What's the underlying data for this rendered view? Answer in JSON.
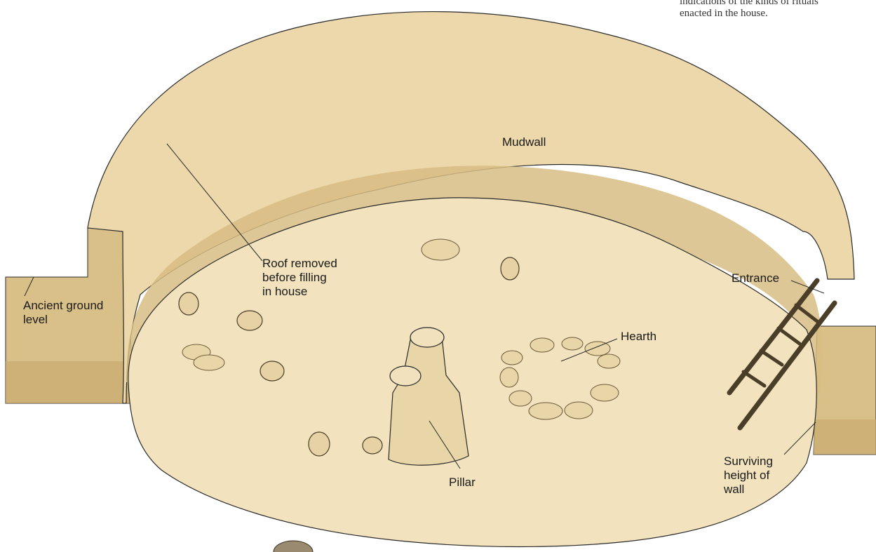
{
  "caption": "indications of the kinds of rituals\nenacted in the house.",
  "labels": {
    "mudwall": "Mudwall",
    "roof": "Roof removed\nbefore filling\nin house",
    "ground": "Ancient ground\nlevel",
    "entrance": "Entrance",
    "hearth": "Hearth",
    "pillar": "Pillar",
    "surviving": "Surviving\nheight of\nwall"
  },
  "colors": {
    "sand_light": "#f0dfb8",
    "sand_mid": "#e6cf9c",
    "sand_dark": "#d8bd84",
    "band": "#cdb078",
    "line": "#2a2a2a"
  }
}
